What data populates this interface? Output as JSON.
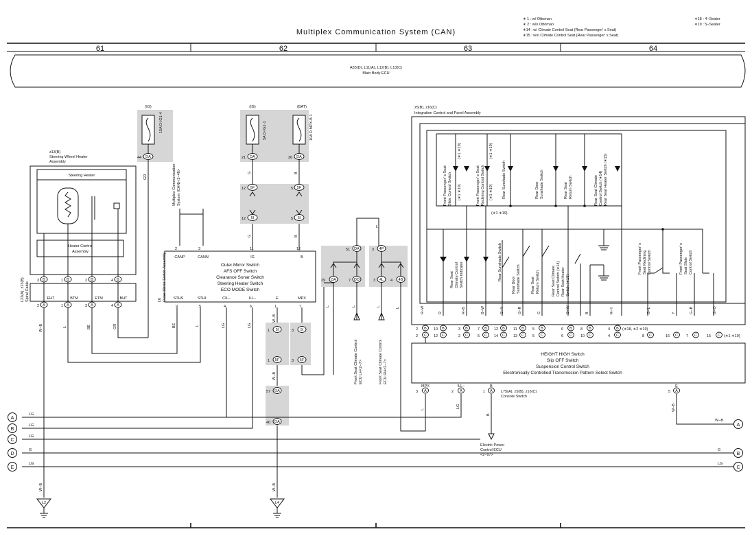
{
  "header": {
    "title": "Multiplex Communication System (CAN)",
    "grid": [
      "61",
      "62",
      "63",
      "64"
    ],
    "notes": [
      "∗ 1 : w/ Ottoman",
      "∗ 2 : w/o Ottoman",
      "∗14 : w/ Climate Control Seat (Rear Passenger' s Seat)",
      "∗15 : w/o Climate Control Seat (Rear Passenger' s Seat)",
      "∗18 : 4−Seater",
      "∗19 : 5−Seater"
    ]
  },
  "ecu_band": {
    "connectors": "A55(D), L11(A), L12(B), L13(C)",
    "name": "Main Body ECU"
  },
  "fuses": [
    {
      "source": "(IG)",
      "name": "15A D-IG1-4",
      "pin": "44",
      "conn": "DA"
    },
    {
      "source": "(IG)",
      "name": "5A D-IG1-1",
      "pin": "21",
      "conn": "DA"
    },
    {
      "source": "(BAT)",
      "name": "10A D MPX-B 1",
      "pin": "36",
      "conn": "DA"
    }
  ],
  "junctions": [
    {
      "pin": "12",
      "conn": "5F"
    },
    {
      "pin": "5",
      "conn": "5F"
    },
    {
      "pin": "12",
      "conn": "5I"
    },
    {
      "pin": "5",
      "conn": "5I"
    },
    {
      "pin": "1",
      "conn": "5I"
    },
    {
      "pin": "1",
      "conn": "5F"
    },
    {
      "pin": "57",
      "conn": "DA"
    },
    {
      "pin": "40",
      "conn": "DA"
    },
    {
      "pin": "3",
      "conn": "5I"
    },
    {
      "pin": "3",
      "conn": "5F"
    },
    {
      "pin": "51",
      "conn": "DA"
    },
    {
      "pin": "3",
      "conn": "4P"
    },
    {
      "pin": "29",
      "conn": "DA"
    },
    {
      "pin": "7",
      "conn": "DD"
    },
    {
      "pin": "3",
      "conn": "4L"
    },
    {
      "pin": "4",
      "conn": "4B"
    }
  ],
  "wire_colors": {
    "gr": "GR",
    "wb": "W−B",
    "l": "L",
    "be": "BE",
    "lg": "LG",
    "g": "G",
    "b": "B",
    "g_ig": "G",
    "b_bat": "B"
  },
  "steering": {
    "connector": "z13(B)",
    "name_1": "Steering Wheel Heater",
    "name_2": "Assembly",
    "heater": "Steering Heater",
    "control_1": "Heater Control",
    "control_2": "Assembly",
    "pins": [
      {
        "num": "3",
        "conn": "B"
      },
      {
        "num": "1",
        "conn": "B"
      },
      {
        "num": "2",
        "conn": "B"
      },
      {
        "num": "4",
        "conn": "B"
      }
    ]
  },
  "spiral": {
    "connector": "L23(A), z13(B)",
    "name": "Spiral Cable",
    "terms": [
      "EHT",
      "BTM",
      "ETM",
      "BHT"
    ],
    "pins": [
      {
        "num": "2",
        "conn": "A"
      },
      {
        "num": "1",
        "conn": "A"
      },
      {
        "num": "3",
        "conn": "A"
      },
      {
        "num": "4",
        "conn": "A"
      }
    ]
  },
  "grounds": {
    "l2": "L2",
    "l4": "L4"
  },
  "can_ref": {
    "line1": "Multiplex Communication",
    "line2": "System (CAN)<2−48>",
    "line3": ""
  },
  "mirror": {
    "connector": "L6",
    "name": "Outer Mirror Switch Assembly",
    "top_pins": [
      "2",
      "3",
      "11",
      "12"
    ],
    "top_terms": [
      "CANP",
      "CANN",
      "IG",
      "B"
    ],
    "functions": [
      "Outer Mirror Switch",
      "AFS OFF Switch",
      "Clearance Sonar Switch",
      "Steering Heater Switch",
      "ECO MODE Switch"
    ],
    "bottom_terms": [
      "STHS",
      "STHI",
      "CIL−",
      "ILL−",
      "E",
      "MPX"
    ],
    "bottom_pins": [
      "9",
      "5",
      "4",
      "6",
      "1",
      "7"
    ]
  },
  "front_seat": {
    "lh_1": "Front Seat Climate Control",
    "lh_2": "ECU LH<2−7>",
    "rh_1": "Front Seat Climate Control",
    "rh_2": "ECU RH<2−7>"
  },
  "panel": {
    "connector": "z5(B), z16(C)",
    "name": "Integration Control and Panel Assembly",
    "upper": [
      "Front Passenger' s Seat",
      "Slide Control Switch",
      "Front Passenger' s Seat",
      "Reclining Control Switch",
      "Rear Sunshade Switch",
      "Rear Door",
      "Sunshade Switch",
      "Rear Seat",
      "Return Switch",
      "Rear Seat Climate",
      "Control Switch (∗14)",
      "Rear Seat Heater Switch (∗15)"
    ],
    "lower": [
      "Rear Seat",
      "Climate Control",
      "Switch Indicator",
      "Rear Sunshade Switch",
      "Rear Door",
      "Sunshade Switch",
      "Rear Seat",
      "Return Switch",
      "Rear Seat Climate",
      "Control Switch (∗14)",
      "Rear Seat Heater",
      "Switch (∗15)",
      "Front Passenger' s",
      "Seat Reclining",
      "Control Switch",
      "Front Passenger' s",
      "Seat Slide",
      "Control Switch"
    ],
    "notes": [
      "(∗1 ∗19)",
      "(∗1 ∗19)",
      "(∗1 ∗19)",
      "(∗1 ∗19)",
      "(∗1 ∗19)"
    ],
    "wires": [
      "R−W",
      "R",
      "R−B",
      "B−W",
      "G−Y",
      "G−R",
      "G",
      "G−W",
      "B",
      "R−Y",
      "G−L",
      "Y",
      "G−B",
      "G−O"
    ],
    "row_b": [
      "2",
      "10",
      "3",
      "7",
      "12",
      "11",
      "5",
      "6",
      "8",
      "4"
    ],
    "row_b_note": "(∗18, ∗2 ∗19)",
    "row_c": [
      "2",
      "12",
      "2",
      "5",
      "14",
      "13",
      "5",
      "6",
      "10",
      "4",
      "8",
      "16",
      "7",
      "15"
    ],
    "row_c_note": "(∗1 ∗19)",
    "codes": {
      "b": "B",
      "c": "C"
    }
  },
  "console": {
    "functions": [
      "HEIGHT HIGH Switch",
      "Slip OFF Switch",
      "Suspension Control Switch",
      "Electronically Controlled Transmission Pattern Select Switch"
    ],
    "terms": [
      "MPX",
      "ILL−",
      "B",
      "E"
    ],
    "pins": [
      "3",
      "2",
      "1",
      "5"
    ],
    "code": "A",
    "connector": "L75(A), z5(B), z16(C)",
    "name": "Console Switch",
    "power_ecu_1": "Electric Power",
    "power_ecu_2": "Control ECU",
    "power_ecu_3": "<2−97>"
  },
  "bus": {
    "labels": [
      "A",
      "B",
      "C",
      "D",
      "E"
    ]
  }
}
